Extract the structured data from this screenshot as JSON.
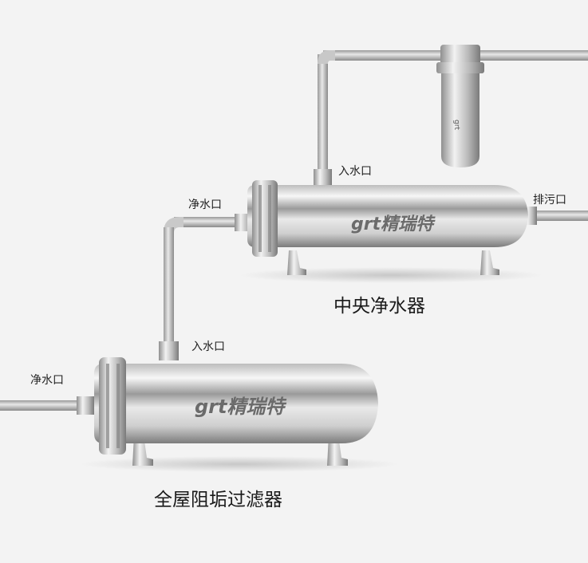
{
  "labels": {
    "upper_inlet": "入水口",
    "upper_outlet": "净水口",
    "upper_drain": "排污口",
    "upper_caption": "中央净水器",
    "lower_inlet": "入水口",
    "lower_outlet": "净水口",
    "lower_caption": "全屋阻垢过滤器"
  },
  "brand": {
    "logo_text": "grt精瑞特"
  },
  "colors": {
    "background": "#f3f3f3",
    "steel_light": "#f6f6f6",
    "steel_dark": "#8d8d8d",
    "pipe": "#b9b9b9"
  }
}
